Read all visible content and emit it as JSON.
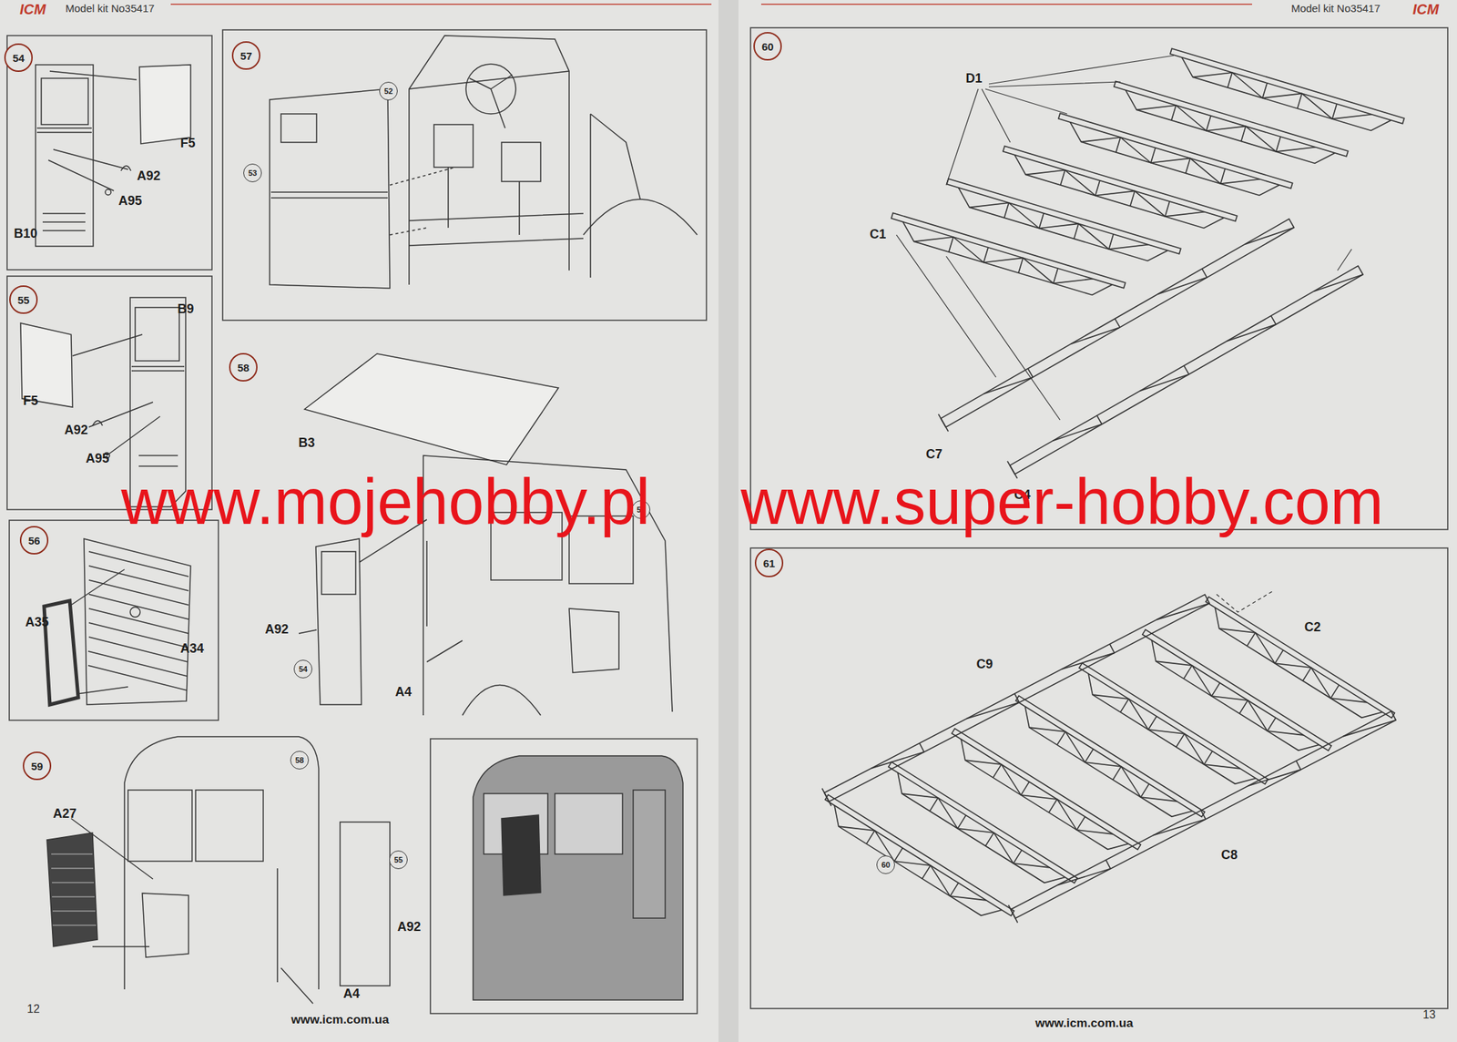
{
  "diagram": {
    "nodes": [
      {
        "text": [
          "54"
        ]
      },
      {
        "text": [
          "55"
        ]
      },
      {
        "text": [
          "56"
        ]
      },
      {
        "text": [
          "57"
        ]
      },
      {
        "text": [
          "58"
        ]
      },
      {
        "text": [
          "59"
        ]
      },
      {
        "text": [
          "60"
        ]
      },
      {
        "text": [
          "61"
        ]
      },
      {
        "text": [
          "52"
        ]
      },
      {
        "text": [
          "53"
        ]
      },
      {
        "text": [
          "54"
        ]
      },
      {
        "text": [
          "57"
        ]
      },
      {
        "text": [
          "58"
        ]
      },
      {
        "text": [
          "55"
        ]
      },
      {
        "text": [
          "60"
        ]
      }
    ],
    "labels": [
      "ICM",
      "Model kit No35417",
      "Model kit No35417",
      "ICM",
      "F5",
      "A92",
      "A95",
      "B10",
      "B9",
      "F5",
      "A92",
      "A95",
      "A35",
      "A34",
      "B3",
      "A92",
      "A4",
      "A27",
      "A92",
      "A4",
      "D1",
      "C1",
      "C7",
      "C4",
      "C2",
      "C9",
      "C8",
      "www.mojehobby.pl",
      "www.super-hobby.com",
      "12",
      "13",
      "www.icm.com.ua",
      "www.icm.com.ua"
    ]
  }
}
